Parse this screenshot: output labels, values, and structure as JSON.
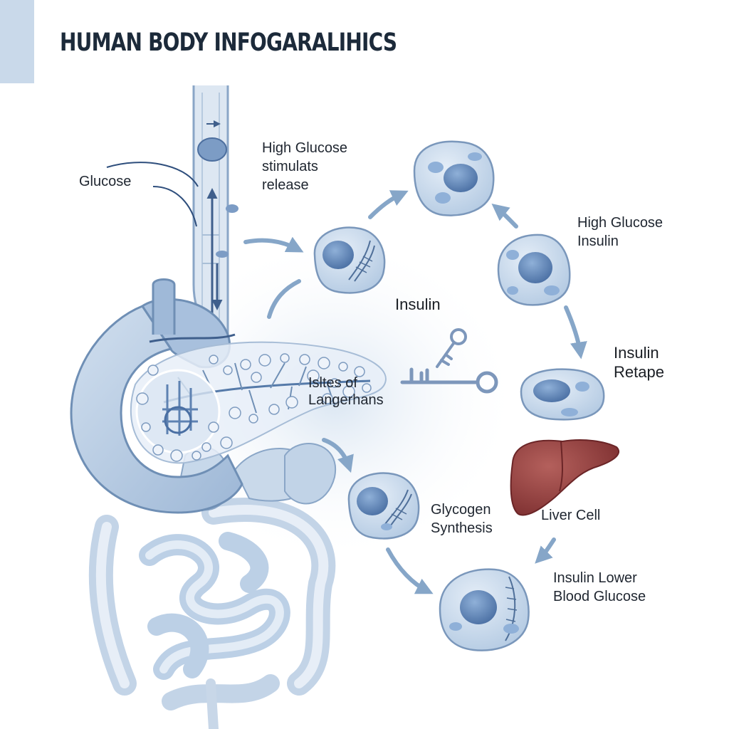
{
  "title": "HUMAN BODY INFOGARALIHICS",
  "colors": {
    "title": "#1c2a3a",
    "accent_tab": "#c9d9ea",
    "organ_fill": "#b7cbe2",
    "organ_stroke": "#6f8fb5",
    "cell_fill": "#cdddef",
    "cell_stroke": "#7a97bb",
    "nucleus": "#5f84b7",
    "arrow": "#86a6c8",
    "liver": "#93403f"
  },
  "labels": {
    "glucose": "Glucose",
    "high_glucose_stim": [
      "High Glucose",
      "stimulats",
      "release"
    ],
    "high_glucose_insulin": [
      "High Glucose",
      "Insulin"
    ],
    "insulin": "Insulin",
    "insulin_retape": [
      "Insulin",
      "Retape"
    ],
    "islets": [
      "Isltes of",
      "Langerhans"
    ],
    "glycogen": [
      "Glycogen",
      "Synthesis"
    ],
    "liver_cell": "Liver Cell",
    "insulin_lower": [
      "Insulin Lower",
      "Blood Glucose"
    ]
  },
  "icons": {
    "key": "key-icon",
    "liver": "liver-icon",
    "cell": "cell-icon"
  }
}
